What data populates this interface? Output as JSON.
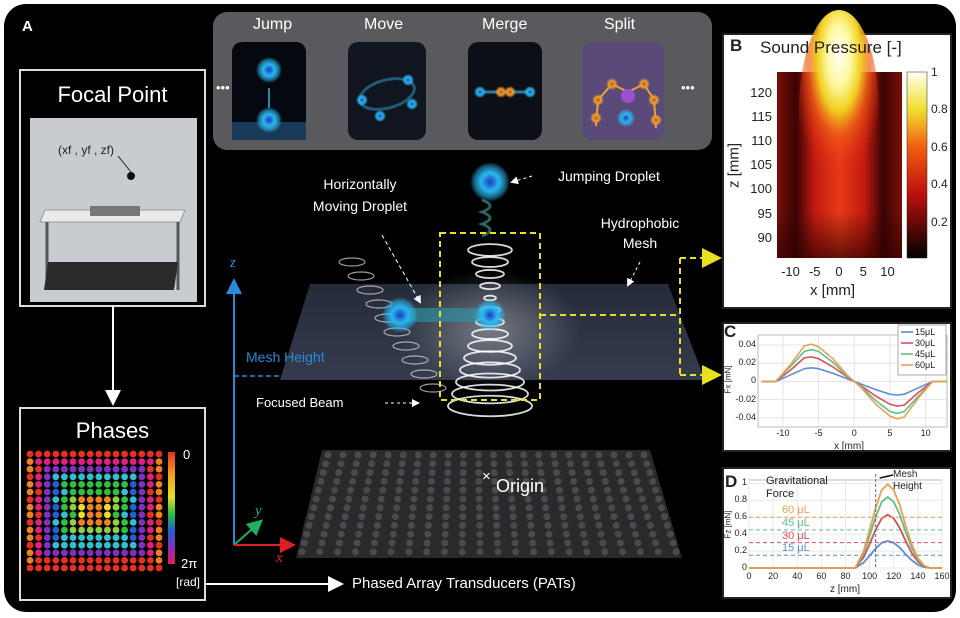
{
  "panel_a": {
    "label": "A",
    "operations": [
      {
        "label": "Jump"
      },
      {
        "label": "Move"
      },
      {
        "label": "Merge"
      },
      {
        "label": "Split"
      }
    ],
    "ellipsis": "•••",
    "focal_point": {
      "title": "Focal Point",
      "coordinate": "(xf , yf , zf)"
    },
    "phases": {
      "title": "Phases",
      "scale_min": "0",
      "scale_max": "2π",
      "unit": "[rad]"
    },
    "annotations": {
      "horizontally_moving": "Horizontally Moving Droplet",
      "jumping": "Jumping Droplet",
      "mesh": "Hydrophobic Mesh",
      "mesh_height": "Mesh Height",
      "focused_beam": "Focused Beam",
      "origin": "Origin",
      "origin_mark": "×",
      "pats": "Phased Array Transducers (PATs)"
    },
    "axes": {
      "x": "x",
      "y": "y",
      "z": "z"
    },
    "colors": {
      "axis_x": "#e02020",
      "axis_y": "#20b060",
      "axis_z": "#2a8ad8",
      "highlight": "#e8e020",
      "droplet": "#2ab8f0"
    }
  },
  "chart_data": [
    {
      "id": "B",
      "type": "heatmap",
      "label": "B",
      "title": "Sound Pressure [-]",
      "xlabel": "x [mm]",
      "ylabel": "z [mm]",
      "xlim": [
        -13,
        13
      ],
      "ylim": [
        86,
        124
      ],
      "xticks": [
        "-10",
        "-5",
        "0",
        "5",
        "10"
      ],
      "yticks": [
        "120",
        "115",
        "110",
        "105",
        "100",
        "95",
        "90"
      ],
      "colorbar_ticks": [
        "1",
        "0.8",
        "0.6",
        "0.4",
        "0.2"
      ],
      "peak": {
        "x": 0,
        "z": 114,
        "value": 1
      },
      "side_minima": [
        {
          "x": -8,
          "z": 115
        },
        {
          "x": 8,
          "z": 115
        }
      ]
    },
    {
      "id": "C",
      "type": "line",
      "label": "C",
      "xlabel": "x [mm]",
      "ylabel": "Fx [mN]",
      "xlim": [
        -13.5,
        13
      ],
      "ylim": [
        -0.05,
        0.051
      ],
      "xticks": [
        "-10",
        "-5",
        "0",
        "5",
        "10"
      ],
      "yticks": [
        "0.04",
        "0.02",
        "0",
        "-0.02",
        "-0.04"
      ],
      "x": [
        -13,
        -11,
        -9,
        -7,
        -6,
        -5,
        -3,
        -1,
        0,
        1,
        3,
        5,
        6,
        7,
        9,
        11,
        13
      ],
      "series": [
        {
          "name": "15μL",
          "color": "#5b8fd0",
          "values": [
            0,
            0,
            0.007,
            0.014,
            0.015,
            0.014,
            0.009,
            0.003,
            0,
            -0.003,
            -0.009,
            -0.014,
            -0.015,
            -0.014,
            -0.007,
            0,
            0
          ]
        },
        {
          "name": "30μL",
          "color": "#d9505a",
          "values": [
            0,
            0,
            0.012,
            0.026,
            0.027,
            0.025,
            0.016,
            0.005,
            0,
            -0.005,
            -0.016,
            -0.025,
            -0.027,
            -0.026,
            -0.012,
            0,
            0
          ]
        },
        {
          "name": "45μL",
          "color": "#5fbf8a",
          "values": [
            0,
            0,
            0.016,
            0.033,
            0.035,
            0.033,
            0.021,
            0.006,
            0,
            -0.006,
            -0.021,
            -0.033,
            -0.035,
            -0.033,
            -0.016,
            0,
            0
          ]
        },
        {
          "name": "60μL",
          "color": "#e8a050",
          "values": [
            0,
            0,
            0.018,
            0.039,
            0.041,
            0.038,
            0.025,
            0.007,
            0,
            -0.007,
            -0.025,
            -0.038,
            -0.041,
            -0.039,
            -0.018,
            0,
            0
          ]
        }
      ],
      "legend": "top-right"
    },
    {
      "id": "D",
      "type": "line",
      "label": "D",
      "xlabel": "z [mm]",
      "ylabel": "Fz [mN]",
      "xlim": [
        0,
        160
      ],
      "ylim": [
        0,
        1.04
      ],
      "xticks": [
        "0",
        "20",
        "40",
        "60",
        "80",
        "100",
        "120",
        "140",
        "160"
      ],
      "yticks": [
        "1",
        "0.8",
        "0.6",
        "0.4",
        "0.2",
        "0"
      ],
      "x": [
        0,
        80,
        88,
        95,
        100,
        105,
        110,
        115,
        120,
        125,
        130,
        135,
        140,
        145,
        150,
        160
      ],
      "series": [
        {
          "name": "15 μL",
          "color": "#5b8fd0",
          "gravity": 0.15,
          "values": [
            0,
            0,
            0,
            0.064,
            0.144,
            0.23,
            0.298,
            0.32,
            0.298,
            0.24,
            0.16,
            0.09,
            0.038,
            0.01,
            0,
            0
          ]
        },
        {
          "name": "30 μL",
          "color": "#d9505a",
          "gravity": 0.3,
          "values": [
            0,
            0,
            0,
            0.126,
            0.284,
            0.454,
            0.586,
            0.63,
            0.586,
            0.473,
            0.315,
            0.176,
            0.076,
            0.019,
            0,
            0
          ]
        },
        {
          "name": "45 μL",
          "color": "#5fbf8a",
          "gravity": 0.45,
          "values": [
            0,
            0,
            0,
            0.168,
            0.378,
            0.605,
            0.781,
            0.84,
            0.781,
            0.63,
            0.42,
            0.235,
            0.101,
            0.025,
            0,
            0
          ]
        },
        {
          "name": "60 μL",
          "color": "#e8a050",
          "gravity": 0.6,
          "values": [
            0,
            0,
            0,
            0.198,
            0.446,
            0.713,
            0.921,
            0.99,
            0.921,
            0.743,
            0.495,
            0.277,
            0.119,
            0.03,
            0,
            0
          ]
        }
      ],
      "legend_title": "Gravitational Force",
      "mesh_height": {
        "z": 105,
        "label": "Mesh Height"
      }
    }
  ]
}
